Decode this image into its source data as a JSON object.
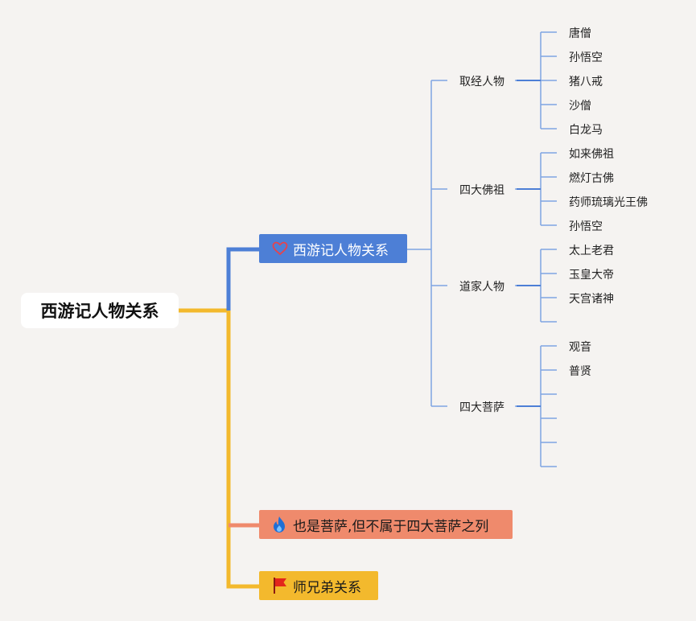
{
  "root": {
    "label": "西游记人物关系"
  },
  "branches": {
    "main": {
      "label": "西游记人物关系",
      "icon": "heart-outline-icon"
    },
    "pusa": {
      "label": "也是菩萨,但不属于四大菩萨之列",
      "icon": "blue-flame-icon"
    },
    "shixiong": {
      "label": "师兄弟关系",
      "icon": "red-flag-icon"
    }
  },
  "groups": [
    {
      "label": "取经人物",
      "children": [
        "唐僧",
        "孙悟空",
        "猪八戒",
        "沙僧",
        "白龙马"
      ]
    },
    {
      "label": "四大佛祖",
      "children": [
        "如来佛祖",
        "燃灯古佛",
        "药师琉璃光王佛",
        "孙悟空"
      ]
    },
    {
      "label": "道家人物",
      "children": [
        "太上老君",
        "玉皇大帝",
        "天宫诸神",
        ""
      ]
    },
    {
      "label": "四大菩萨",
      "children": [
        "观音",
        "普贤",
        "",
        "",
        "",
        ""
      ]
    }
  ],
  "colors": {
    "background": "#f5f3f1",
    "blue_branch": "#4d7fd6",
    "orange_branch": "#ef8a6c",
    "yellow_branch": "#f3b92d",
    "thin_line": "#9db8e6"
  }
}
